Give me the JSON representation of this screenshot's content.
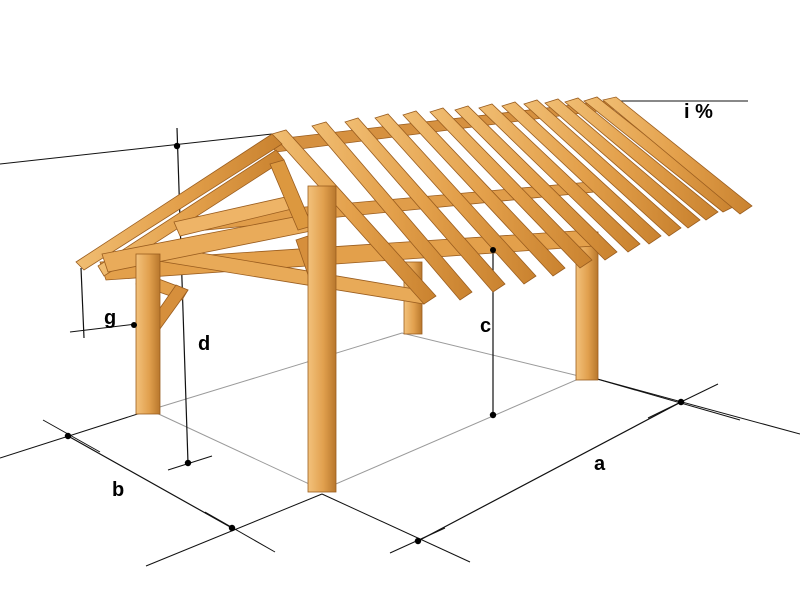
{
  "labels": {
    "a": "a",
    "b": "b",
    "c": "c",
    "d": "d",
    "g": "g",
    "slope": "i %"
  },
  "colors": {
    "timber_face": "#e3a04b",
    "timber_side": "#c9822f",
    "timber_light": "#f0bd72",
    "timber_dark": "#a9661f",
    "dimension_line": "#111111",
    "ground_outline": "#9a9a9a",
    "background": "#ffffff"
  },
  "icons": {
    "dimension_marker": "filled-dot"
  }
}
